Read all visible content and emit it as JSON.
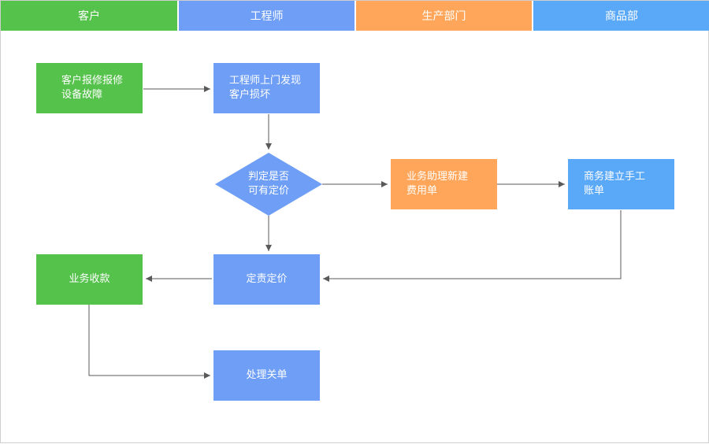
{
  "lanes": [
    "客户",
    "工程师",
    "生产部门",
    "商品部"
  ],
  "nodes": {
    "report": "客户报修报修\n设备故障",
    "visit": "工程师上门发现\n客户损坏",
    "decide": "判定是否\n可有定价",
    "assistant": "业务助理新建\n费用单",
    "account": "商务建立手工\n账单",
    "price": "定责定价",
    "collect": "业务收款",
    "close": "处理关单"
  },
  "colors": {
    "green": "#55c24b",
    "blue_engineer": "#6e9ef5",
    "orange": "#ffa65a",
    "blue_goods": "#5aa8f8",
    "arrow": "#595959"
  }
}
